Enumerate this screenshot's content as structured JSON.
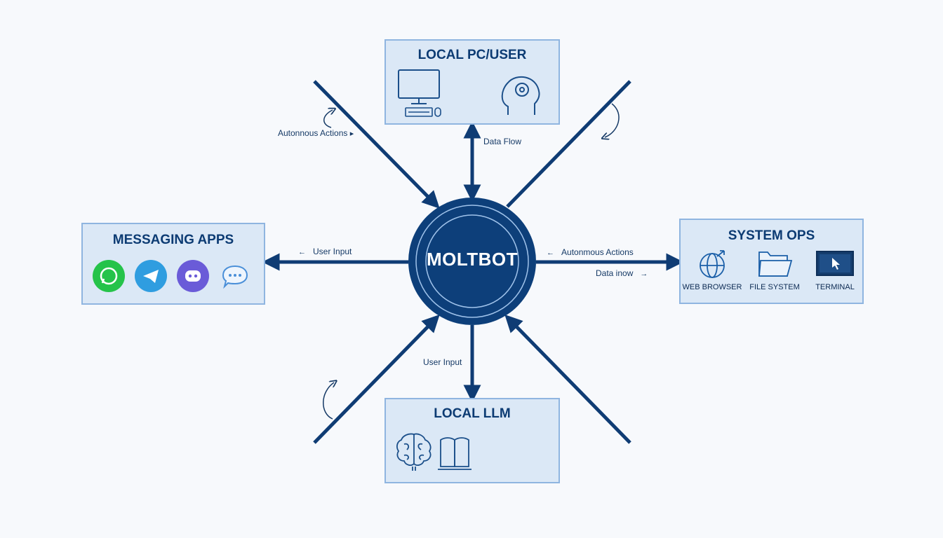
{
  "hub": {
    "label": "MOLTBOT"
  },
  "nodes": {
    "local_pc": {
      "title": "LOCAL PC/USER",
      "icons": [
        "computer-icon",
        "keyboard-icon",
        "mouse-icon",
        "head-gear-icon"
      ]
    },
    "messaging": {
      "title": "MESSAGING APPS",
      "apps": [
        "whatsapp-icon",
        "telegram-icon",
        "discord-icon",
        "chat-bubble-icon"
      ]
    },
    "system_ops": {
      "title": "SYSTEM OPS",
      "items": [
        {
          "label": "WEB BROWSER",
          "icon": "globe-icon"
        },
        {
          "label": "FILE SYSTEM",
          "icon": "folder-icon"
        },
        {
          "label": "TERMINAL",
          "icon": "terminal-icon"
        }
      ]
    },
    "local_llm": {
      "title": "LOCAL LLM",
      "icons": [
        "brain-icon",
        "book-icon"
      ]
    }
  },
  "edge_labels": {
    "top_left": "Autonnous Actions",
    "top": "Data Flow",
    "left": "User Input",
    "right_top": "Autonmous Actions",
    "right_bottom": "Data inow",
    "bottom": "User Input"
  },
  "colors": {
    "hub_dark": "#0d3f7a",
    "line": "#0f3c74",
    "box_fill": "#dbe8f6",
    "box_border": "#8fb5e0",
    "whatsapp": "#25c34a",
    "telegram": "#2f9de0",
    "discord": "#6a5bd8",
    "chat": "#4a8fd8"
  }
}
